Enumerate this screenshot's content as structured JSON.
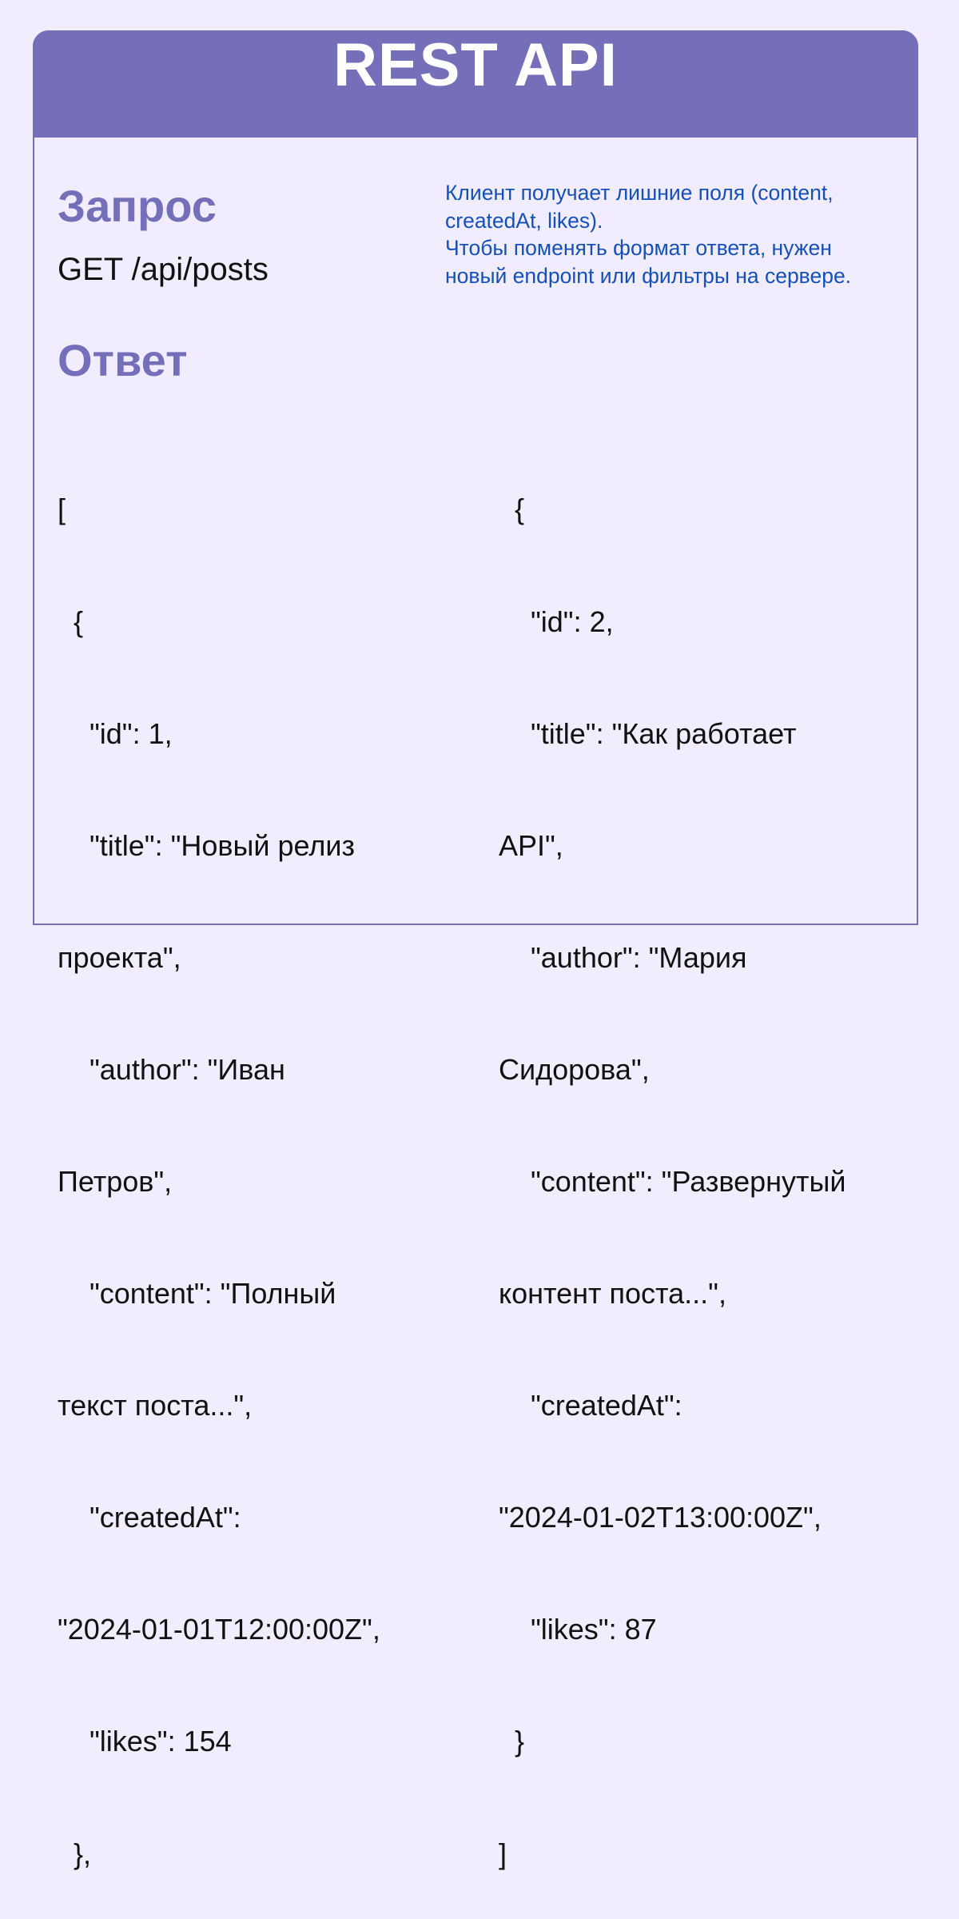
{
  "card": {
    "title": "REST API",
    "header_color": "#756EB9",
    "background_color": "#F1EDFE"
  },
  "request": {
    "heading": "Запрос",
    "line": "GET /api/posts"
  },
  "note": {
    "color": "#1550B8",
    "lines": [
      "Клиент получает лишние поля (content,",
      "createdAt, likes).",
      "Чтобы поменять формат ответа, нужен",
      "новый endpoint или фильтры на сервере."
    ]
  },
  "response": {
    "heading": "Ответ",
    "left_lines": [
      "[",
      "  {",
      "    \"id\": 1,",
      "    \"title\": \"Новый релиз",
      "проекта\",",
      "    \"author\": \"Иван",
      "Петров\",",
      "    \"content\": \"Полный",
      "текст поста...\",",
      "    \"createdAt\":",
      "\"2024-01-01T12:00:00Z\",",
      "    \"likes\": 154",
      "  },"
    ],
    "right_lines": [
      "  {",
      "    \"id\": 2,",
      "    \"title\": \"Как работает",
      "API\",",
      "    \"author\": \"Мария",
      "Сидорова\",",
      "    \"content\": \"Развернутый",
      "контент поста...\",",
      "    \"createdAt\":",
      "\"2024-01-02T13:00:00Z\",",
      "    \"likes\": 87",
      "  }",
      "]"
    ]
  }
}
